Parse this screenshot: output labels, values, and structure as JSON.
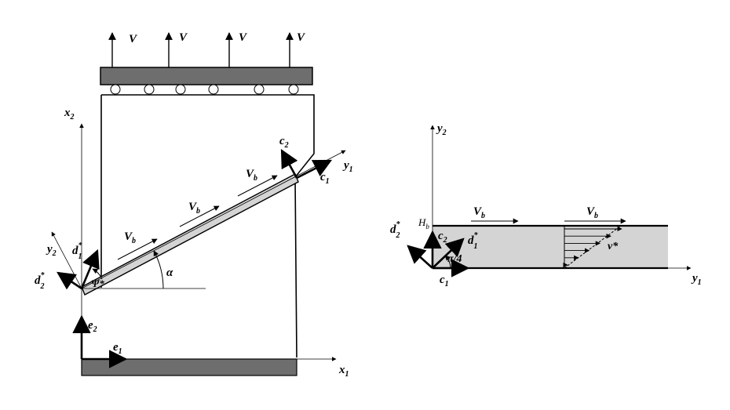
{
  "colors": {
    "plate": "#6e6e6e",
    "band": "#d4d4d4",
    "ink": "#000000",
    "background": "#ffffff"
  },
  "left_figure": {
    "load_labels": [
      "V",
      "V",
      "V",
      "V"
    ],
    "roller_count": 6,
    "axis_labels": {
      "x1": {
        "main": "x",
        "sub": "1"
      },
      "x2": {
        "main": "x",
        "sub": "2"
      },
      "y1": {
        "main": "y",
        "sub": "1"
      },
      "y2": {
        "main": "y",
        "sub": "2"
      }
    },
    "vectors": {
      "e1": {
        "main": "e",
        "sub": "1"
      },
      "e2": {
        "main": "e",
        "sub": "2"
      },
      "c1": {
        "main": "c",
        "sub": "1"
      },
      "c2": {
        "main": "c",
        "sub": "2"
      },
      "d1": {
        "main": "d",
        "sup": "*",
        "sub": "1"
      },
      "d2": {
        "main": "d",
        "sup": "*",
        "sub": "2"
      }
    },
    "band_velocity_labels": [
      {
        "main": "V",
        "sub": "b"
      },
      {
        "main": "V",
        "sub": "b"
      },
      {
        "main": "V",
        "sub": "b"
      }
    ],
    "angle_labels": {
      "alpha": "α",
      "psi": "Ψ*"
    }
  },
  "right_figure": {
    "axis_labels": {
      "y1": {
        "main": "y",
        "sub": "1"
      },
      "y2": {
        "main": "y",
        "sub": "2"
      }
    },
    "vectors": {
      "c1": {
        "main": "c",
        "sub": "1"
      },
      "c2": {
        "main": "c",
        "sub": "2"
      },
      "d1": {
        "main": "d",
        "sup": "*",
        "sub": "1"
      },
      "d2": {
        "main": "d",
        "sup": "*",
        "sub": "2"
      }
    },
    "height_label": {
      "main": "H",
      "sub": "b"
    },
    "velocity_labels": [
      {
        "main": "V",
        "sub": "b"
      },
      {
        "main": "V",
        "sub": "b"
      }
    ],
    "angle_label": "π/4",
    "profile_label": "v*",
    "profile_arrow_count": 6
  }
}
